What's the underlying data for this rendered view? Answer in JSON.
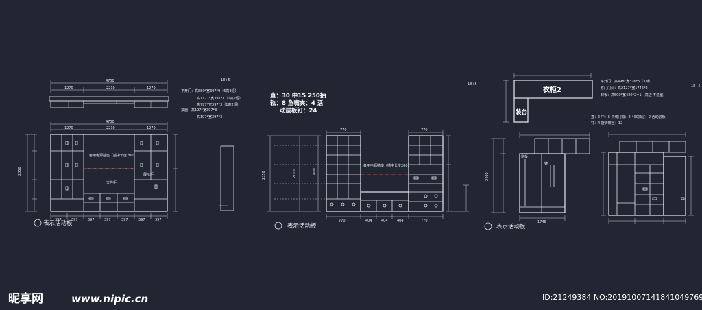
{
  "sheet_marks": {
    "left": "18+5",
    "middle": "18+5",
    "right": "18+5"
  },
  "legend_text": {
    "left": "表示活动板",
    "middle": "表示活动板",
    "right": "表示活动板"
  },
  "notes_left": [
    "平开门：高880*宽397*9（6高3短）",
    "高1127*宽397*3（1高2短）",
    "高797*宽397*3（1高2短）",
    "抽面：高197*宽397*3",
    "高197*宽397*3"
  ],
  "notes_middle": [
    "直：30  中15  250抽",
    "轨：8  鱼嘴夹：4 活",
    "动层板钉：24"
  ],
  "notes_right": [
    "平开门：高498*宽376*5（3对）",
    "移门门洞：高2127*宽1746*2",
    "封板：高500*宽420*2=1（高边 不造型）"
  ],
  "notes_right_lower": [
    "直：6  中：6  平线门吸：2  400抽屉：2  活动层板",
    "钉：4  旋转螺丝：12"
  ],
  "cabinet_labels": {
    "wardrobe_title": "衣柜2",
    "install_label": "装台",
    "tv_label": "文件柜",
    "side_label": "展示柜",
    "side_board": "侧板",
    "mirror": "镜",
    "red_note_left": "备用电源插座（插中长度200）",
    "red_note_middle": "备用电源插座（插中长度200）"
  },
  "watermark": {
    "logo": "昵享网",
    "url": "www.nipic.cn",
    "id": "ID:21249384 NO:20191007141841049769"
  }
}
